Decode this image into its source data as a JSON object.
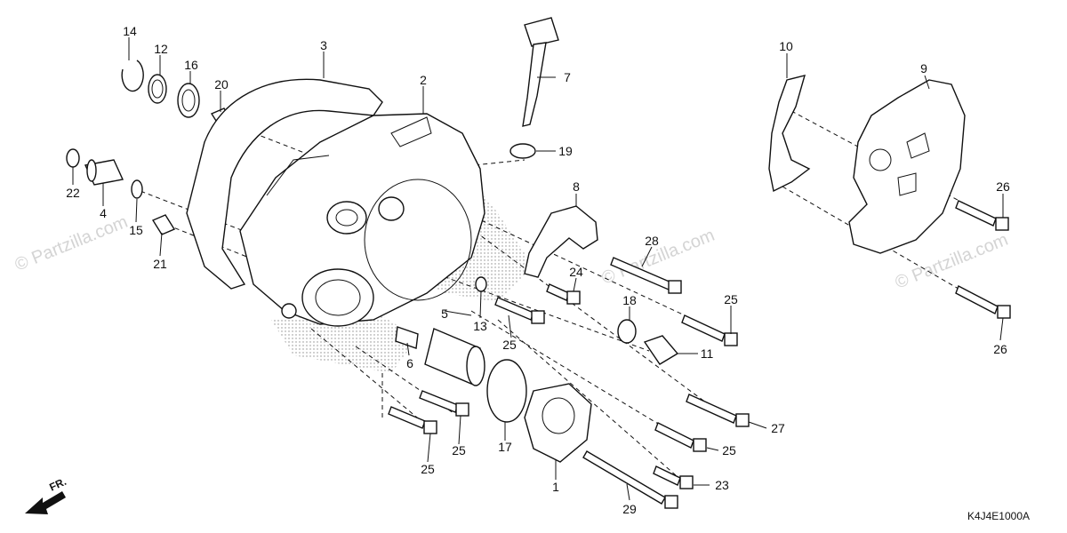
{
  "diagram": {
    "reference_code": "K4J4E1000A",
    "front_indicator": "FR.",
    "watermark": "© Partzilla.com",
    "callouts": {
      "p1": "1",
      "p2": "2",
      "p3": "3",
      "p4": "4",
      "p5": "5",
      "p6": "6",
      "p7": "7",
      "p8": "8",
      "p9": "9",
      "p10": "10",
      "p11": "11",
      "p12": "12",
      "p13": "13",
      "p14": "14",
      "p15": "15",
      "p16": "16",
      "p17": "17",
      "p18": "18",
      "p19": "19",
      "p20": "20",
      "p21": "21",
      "p22": "22",
      "p23": "23",
      "p24": "24",
      "p25a": "25",
      "p25b": "25",
      "p25c": "25",
      "p25d": "25",
      "p25e": "25",
      "p26a": "26",
      "p26b": "26",
      "p27": "27",
      "p28": "28",
      "p29": "29"
    }
  }
}
